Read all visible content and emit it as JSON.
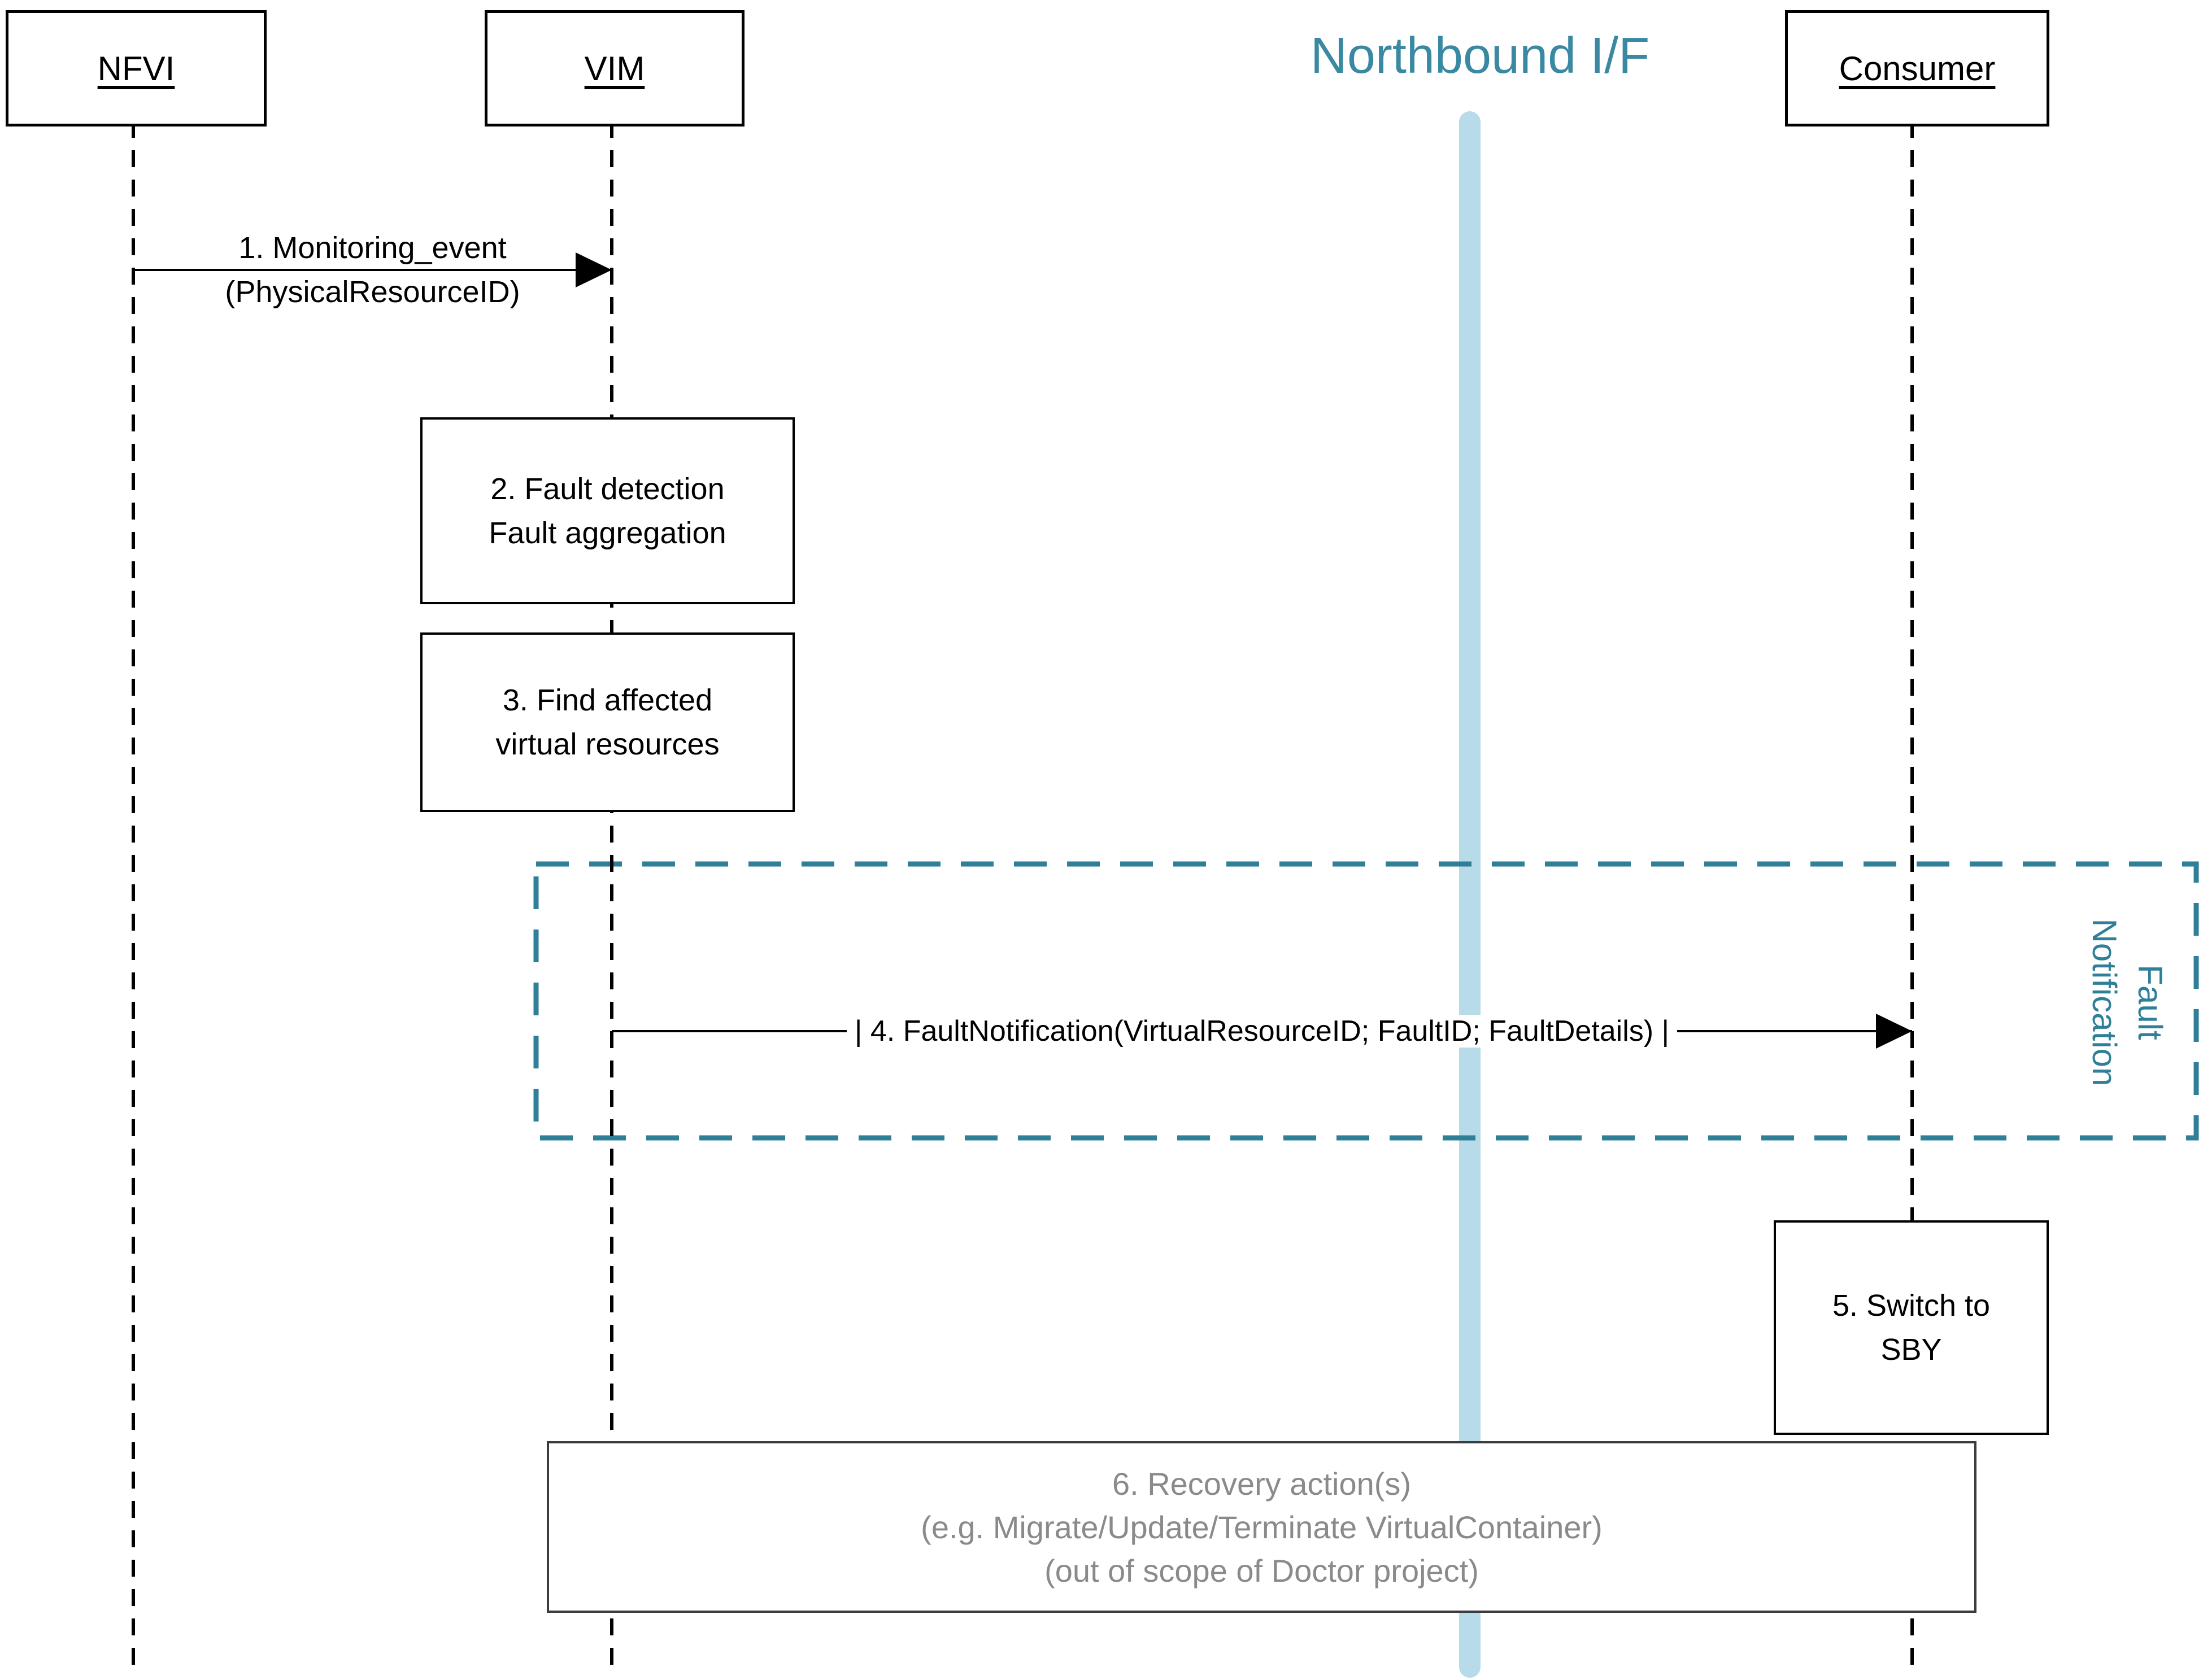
{
  "title": "Northbound I/F",
  "actors": {
    "nfvi": "NFVI",
    "vim": "VIM",
    "consumer": "Consumer"
  },
  "messages": {
    "m1": {
      "line1": "1. Monitoring_event",
      "line2": "(PhysicalResourceID)"
    },
    "m4": {
      "label": "| 4. FaultNotification(VirtualResourceID; FaultID; FaultDetails) |"
    }
  },
  "activities": {
    "a2": {
      "line1": "2. Fault detection",
      "line2": "Fault aggregation"
    },
    "a3": {
      "line1": "3. Find affected",
      "line2": "virtual resources"
    },
    "a5": {
      "line1": "5. Switch to",
      "line2": "SBY"
    }
  },
  "fragment": {
    "line1": "Fault",
    "line2": "Notification"
  },
  "note": {
    "line1": "6. Recovery action(s)",
    "line2": "(e.g. Migrate/Update/Terminate VirtualContainer)",
    "line3": "(out of scope of Doctor project)"
  },
  "colors": {
    "title_teal": "#3A89A2",
    "fragment_teal": "#2E7F97",
    "band_blue": "#B7DBE8",
    "note_gray": "#8A8A8A"
  }
}
